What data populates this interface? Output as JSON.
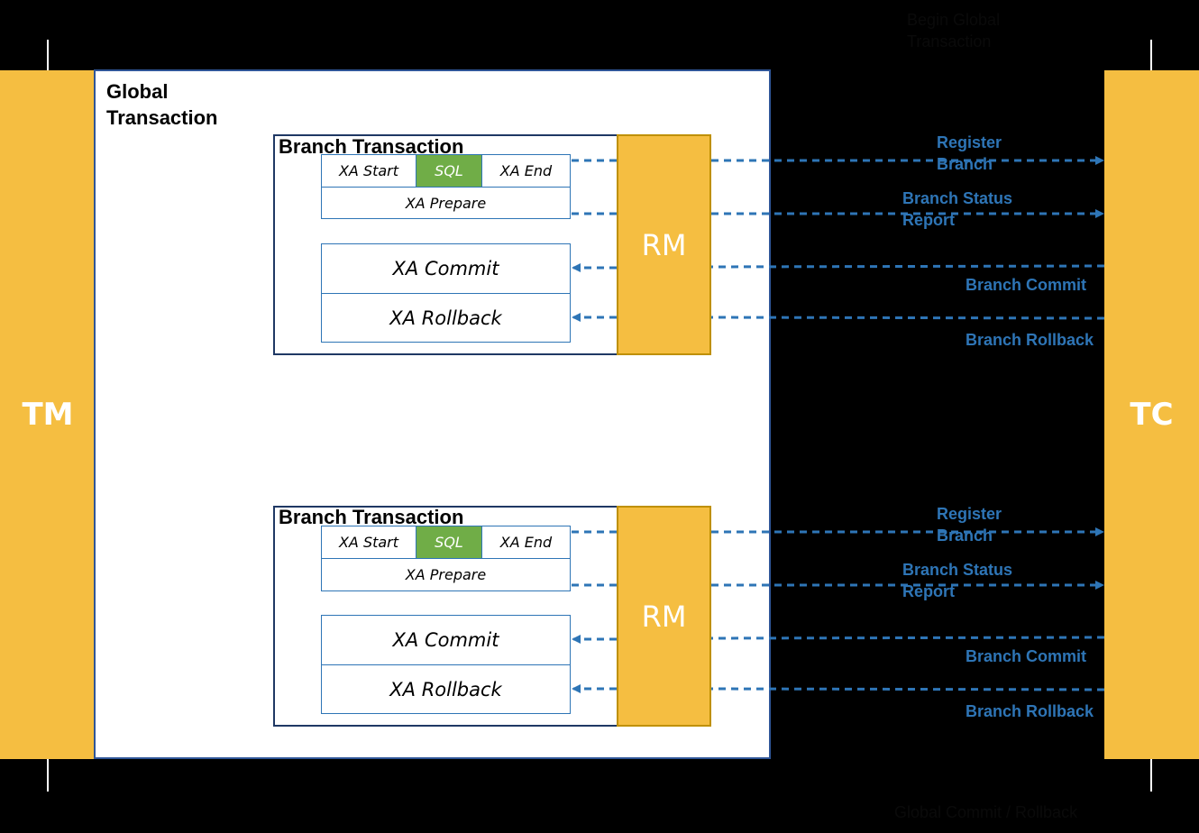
{
  "tm": {
    "label": "TM"
  },
  "tc": {
    "label": "TC"
  },
  "global": {
    "title": "Global\nTransaction"
  },
  "top_caption": "Begin Global\nTransaction",
  "bottom_caption": "Global Commit / Rollback",
  "branches": [
    {
      "title": "Branch Transaction",
      "xa_start": "XA Start",
      "sql": "SQL",
      "xa_end": "XA End",
      "xa_prepare": "XA Prepare",
      "xa_commit": "XA Commit",
      "xa_rollback": "XA Rollback",
      "rm": "RM",
      "register": "Register\nBranch",
      "status": "Branch Status\nReport",
      "commit": "Branch Commit",
      "rollback": "Branch Rollback"
    },
    {
      "title": "Branch Transaction",
      "xa_start": "XA Start",
      "sql": "SQL",
      "xa_end": "XA End",
      "xa_prepare": "XA Prepare",
      "xa_commit": "XA Commit",
      "xa_rollback": "XA Rollback",
      "rm": "RM",
      "register": "Register\nBranch",
      "status": "Branch Status\nReport",
      "commit": "Branch Commit",
      "rollback": "Branch Rollback"
    }
  ],
  "colors": {
    "pillar": "#F5BE41",
    "rm_border": "#BF9000",
    "arrow": "#2E75B6",
    "sql_cell": "#70AD47",
    "background": "#000000"
  }
}
